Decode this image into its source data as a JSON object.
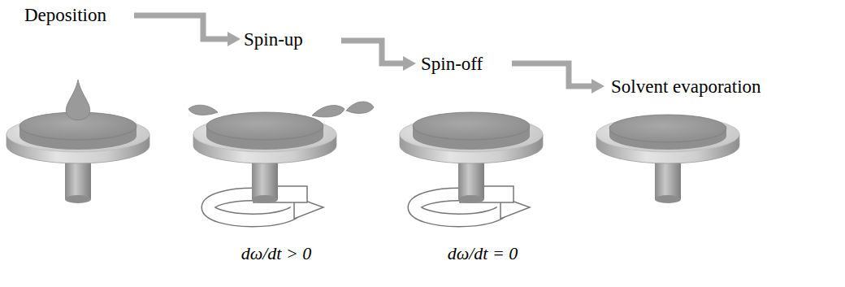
{
  "diagram": {
    "labels": [
      "Deposition",
      "Spin-up",
      "Spin-off",
      "Solvent evaporation",
      "dω/dt > 0",
      "dω/dt = 0"
    ]
  }
}
